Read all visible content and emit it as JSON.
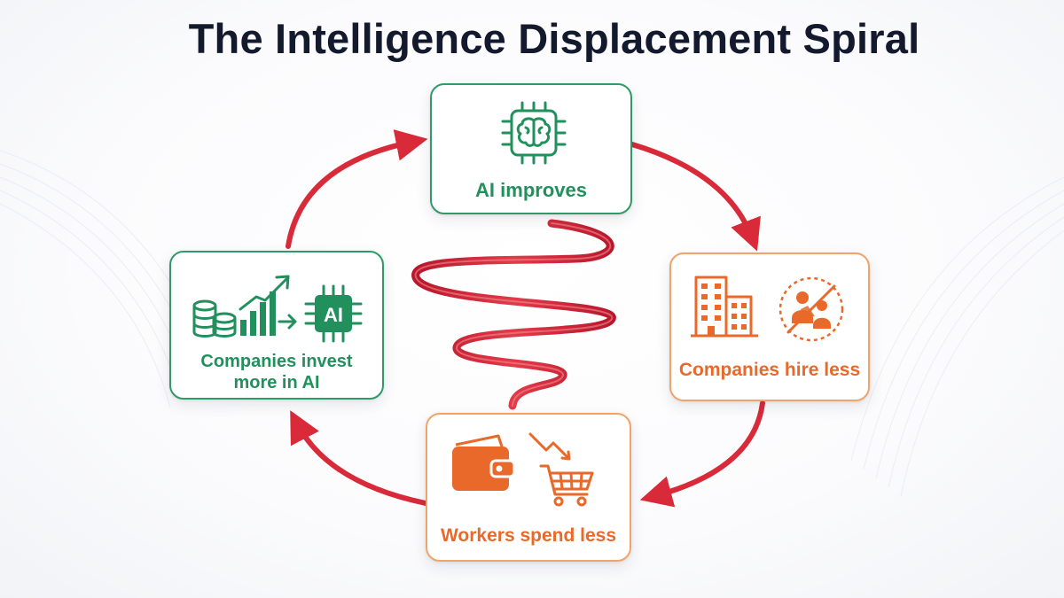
{
  "title": "The Intelligence Displacement Spiral",
  "colors": {
    "green": "#22905c",
    "orange": "#e8692a",
    "arrow_red": "#d92a3a",
    "title": "#141a2e"
  },
  "nodes": [
    {
      "id": "ai-improves",
      "label": "AI improves",
      "icon": "brain-chip-icon",
      "color": "green"
    },
    {
      "id": "companies-hire-less",
      "label": "Companies hire less",
      "icon": "office-building-icon",
      "icon2": "no-hiring-people-icon",
      "color": "orange"
    },
    {
      "id": "workers-spend-less",
      "label": "Workers spend less",
      "icon": "wallet-icon",
      "icon2": "shopping-cart-down-icon",
      "color": "orange"
    },
    {
      "id": "companies-invest",
      "label_line1": "Companies invest",
      "label_line2": "more in AI",
      "icon": "coins-growth-chart-icon",
      "icon2": "ai-chip-icon",
      "chip_text": "AI",
      "color": "green"
    }
  ]
}
